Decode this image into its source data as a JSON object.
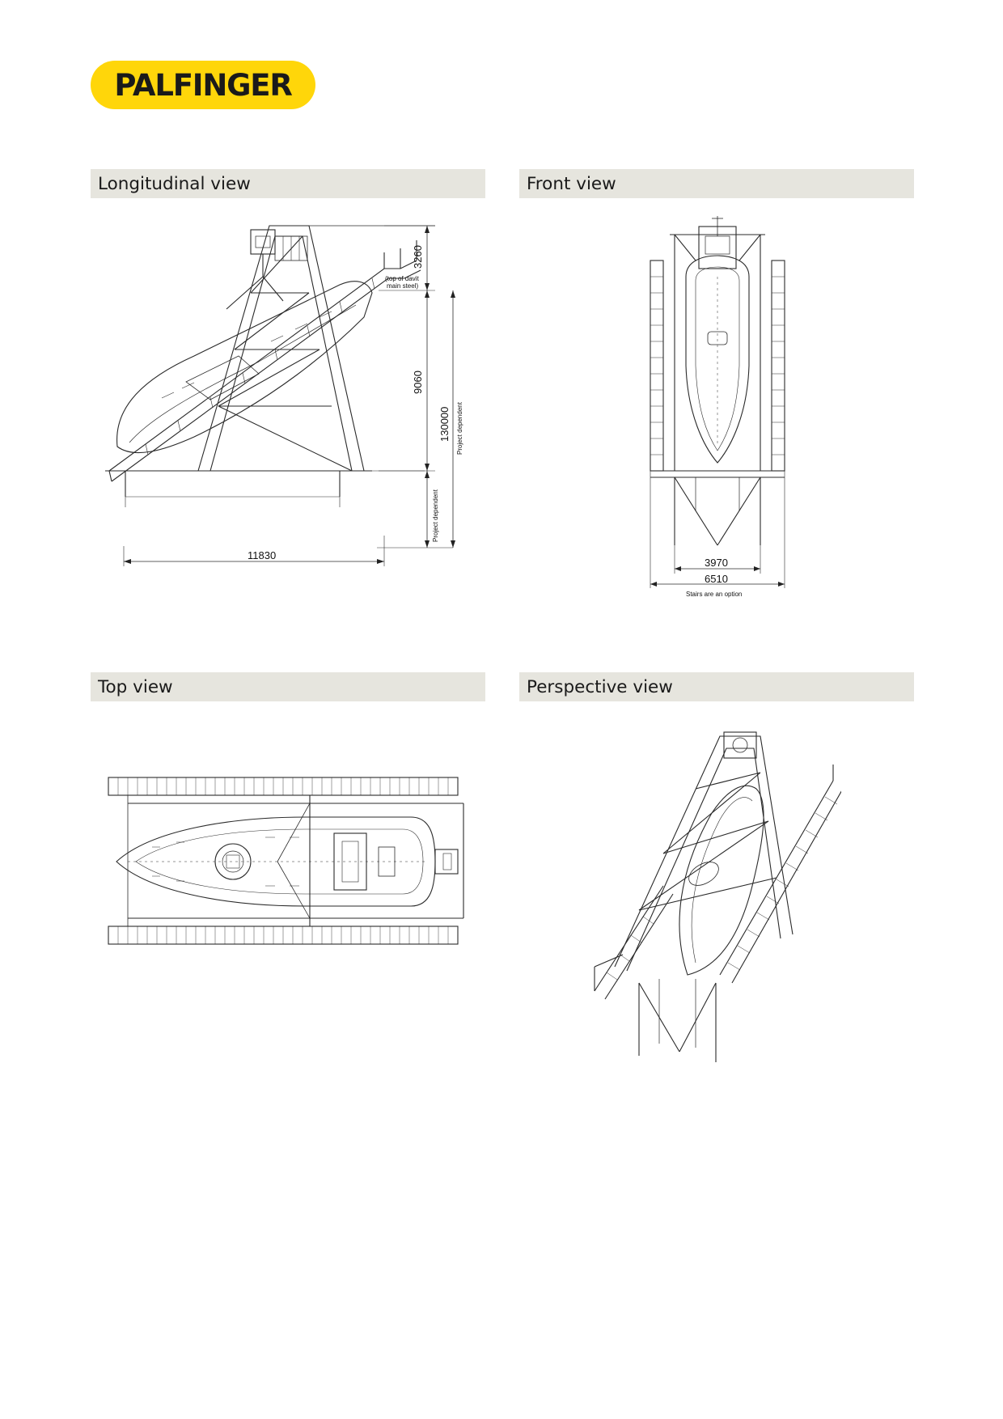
{
  "brand": {
    "name": "PALFINGER",
    "color": "#ffd60a"
  },
  "sections": {
    "longitudinal": {
      "title": "Longitudinal view"
    },
    "front": {
      "title": "Front view"
    },
    "top": {
      "title": "Top view"
    },
    "perspective": {
      "title": "Perspective view"
    }
  },
  "dims": {
    "long_davit_height": "3260",
    "long_davit_note_1": "(top of davit",
    "long_davit_note_2": "main steel)",
    "long_frame_height": "9060",
    "long_total_height": "130000",
    "long_total_note": "Project dependent",
    "long_lower_note": "Project dependent",
    "long_length": "11830",
    "front_inner_width": "3970",
    "front_outer_width": "6510",
    "front_stairs_note": "Stairs are an option"
  },
  "colors": {
    "section_header_bg": "#e6e5de",
    "line": "#2a2a2a"
  }
}
